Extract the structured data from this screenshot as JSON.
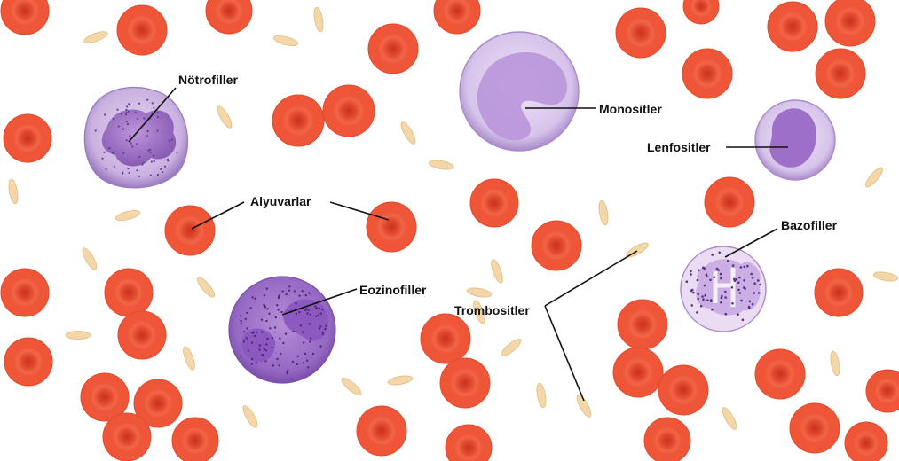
{
  "labels": {
    "notrofiller": "Nötrofiller",
    "alyuvarlar": "Alyuvarlar",
    "eozinofiller": "Eozinofiller",
    "monositler": "Monositler",
    "lenfositler": "Lenfositler",
    "bazofiller": "Bazofiller",
    "trombositler": "Trombositler"
  },
  "colors": {
    "background": "#ffffff",
    "red_blood_cell": "#f05a3c",
    "red_blood_cell_center": "#d93a22",
    "platelet": "#f3d7a8",
    "white_cell_membrane": "#d8c4e8",
    "white_cell_nucleus": "#9c6cc0",
    "label_text": "#111111"
  }
}
